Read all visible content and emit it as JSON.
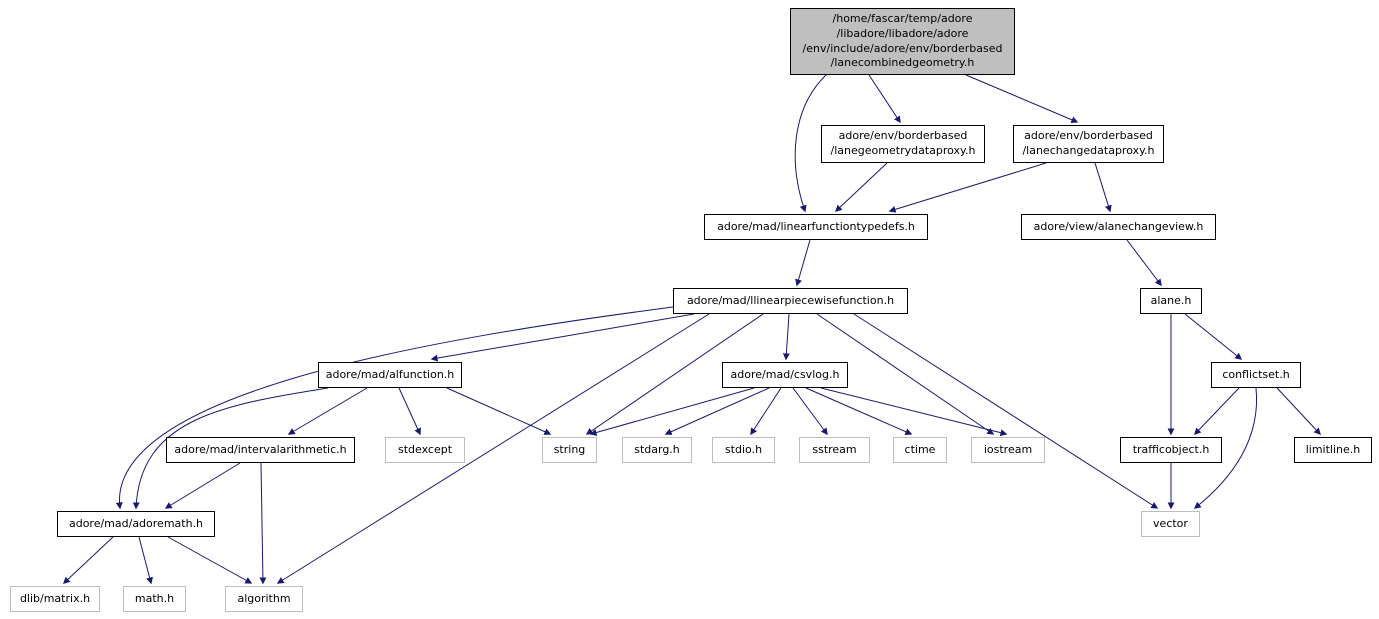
{
  "diagram": {
    "colors": {
      "edge": "#191970",
      "root_fill": "#bfbfbf",
      "node_fill": "#ffffff",
      "linked_border": "#000000",
      "external_border": "#bdbdbd",
      "text": "#000000"
    },
    "nodes": {
      "root": {
        "label": "/home/fascar/temp/adore\n/libadore/libadore/adore\n/env/include/adore/env/borderbased\n/lanecombinedgeometry.h",
        "kind": "root"
      },
      "lanegeometrydataproxy": {
        "label": "adore/env/borderbased\n/lanegeometrydataproxy.h",
        "kind": "linked"
      },
      "lanechangedataproxy": {
        "label": "adore/env/borderbased\n/lanechangedataproxy.h",
        "kind": "linked"
      },
      "linearfunctiontypedefs": {
        "label": "adore/mad/linearfunctiontypedefs.h",
        "kind": "linked"
      },
      "alanechangeview": {
        "label": "adore/view/alanechangeview.h",
        "kind": "linked"
      },
      "llinearpiecewisefunction": {
        "label": "adore/mad/llinearpiecewisefunction.h",
        "kind": "linked"
      },
      "alane": {
        "label": "alane.h",
        "kind": "linked"
      },
      "alfunction": {
        "label": "adore/mad/alfunction.h",
        "kind": "linked"
      },
      "csvlog": {
        "label": "adore/mad/csvlog.h",
        "kind": "linked"
      },
      "conflictset": {
        "label": "conflictset.h",
        "kind": "linked"
      },
      "intervalarithmetic": {
        "label": "adore/mad/intervalarithmetic.h",
        "kind": "linked"
      },
      "stdexcept": {
        "label": "stdexcept",
        "kind": "external"
      },
      "string": {
        "label": "string",
        "kind": "external"
      },
      "stdarg": {
        "label": "stdarg.h",
        "kind": "external"
      },
      "stdio": {
        "label": "stdio.h",
        "kind": "external"
      },
      "sstream": {
        "label": "sstream",
        "kind": "external"
      },
      "ctime": {
        "label": "ctime",
        "kind": "external"
      },
      "iostream": {
        "label": "iostream",
        "kind": "external"
      },
      "trafficobject": {
        "label": "trafficobject.h",
        "kind": "linked"
      },
      "limitline": {
        "label": "limitline.h",
        "kind": "linked"
      },
      "adoremath": {
        "label": "adore/mad/adoremath.h",
        "kind": "linked"
      },
      "vector": {
        "label": "vector",
        "kind": "external"
      },
      "dlibmatrix": {
        "label": "dlib/matrix.h",
        "kind": "external"
      },
      "math": {
        "label": "math.h",
        "kind": "external"
      },
      "algorithm": {
        "label": "algorithm",
        "kind": "external"
      }
    },
    "edges": [
      {
        "from": "root",
        "to": "lanegeometrydataproxy"
      },
      {
        "from": "root",
        "to": "lanechangedataproxy"
      },
      {
        "from": "root",
        "to": "linearfunctiontypedefs"
      },
      {
        "from": "lanegeometrydataproxy",
        "to": "linearfunctiontypedefs"
      },
      {
        "from": "lanechangedataproxy",
        "to": "linearfunctiontypedefs"
      },
      {
        "from": "lanechangedataproxy",
        "to": "alanechangeview"
      },
      {
        "from": "linearfunctiontypedefs",
        "to": "llinearpiecewisefunction"
      },
      {
        "from": "alanechangeview",
        "to": "alane"
      },
      {
        "from": "llinearpiecewisefunction",
        "to": "alfunction"
      },
      {
        "from": "llinearpiecewisefunction",
        "to": "csvlog"
      },
      {
        "from": "llinearpiecewisefunction",
        "to": "string"
      },
      {
        "from": "llinearpiecewisefunction",
        "to": "iostream"
      },
      {
        "from": "llinearpiecewisefunction",
        "to": "vector"
      },
      {
        "from": "llinearpiecewisefunction",
        "to": "adoremath"
      },
      {
        "from": "llinearpiecewisefunction",
        "to": "algorithm"
      },
      {
        "from": "alfunction",
        "to": "intervalarithmetic"
      },
      {
        "from": "alfunction",
        "to": "stdexcept"
      },
      {
        "from": "alfunction",
        "to": "string"
      },
      {
        "from": "alfunction",
        "to": "adoremath"
      },
      {
        "from": "csvlog",
        "to": "string"
      },
      {
        "from": "csvlog",
        "to": "stdarg"
      },
      {
        "from": "csvlog",
        "to": "stdio"
      },
      {
        "from": "csvlog",
        "to": "sstream"
      },
      {
        "from": "csvlog",
        "to": "ctime"
      },
      {
        "from": "csvlog",
        "to": "iostream"
      },
      {
        "from": "intervalarithmetic",
        "to": "adoremath"
      },
      {
        "from": "intervalarithmetic",
        "to": "algorithm"
      },
      {
        "from": "adoremath",
        "to": "dlibmatrix"
      },
      {
        "from": "adoremath",
        "to": "math"
      },
      {
        "from": "adoremath",
        "to": "algorithm"
      },
      {
        "from": "alane",
        "to": "conflictset"
      },
      {
        "from": "alane",
        "to": "trafficobject"
      },
      {
        "from": "conflictset",
        "to": "trafficobject"
      },
      {
        "from": "conflictset",
        "to": "limitline"
      },
      {
        "from": "conflictset",
        "to": "vector"
      },
      {
        "from": "trafficobject",
        "to": "vector"
      }
    ]
  }
}
